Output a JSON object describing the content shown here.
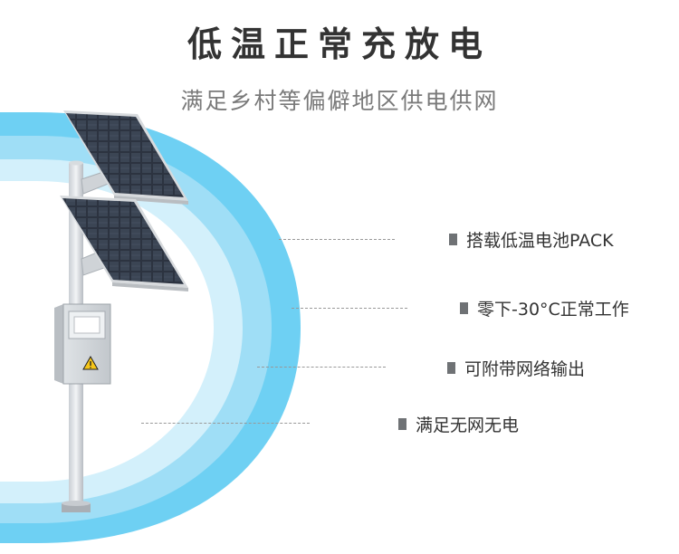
{
  "title": "低温正常充放电",
  "subtitle": "满足乡村等偏僻地区供电供网",
  "features": [
    {
      "label": "搭载低温电池PACK"
    },
    {
      "label": "零下-30°C正常工作"
    },
    {
      "label": "可附带网络输出"
    },
    {
      "label": "满足无网无电"
    }
  ],
  "colors": {
    "band_dark": "#6ed0f3",
    "band_mid": "#9fdef6",
    "band_light": "#d3f0fb",
    "title_text": "#333333",
    "subtitle_text": "#7a7a7a",
    "bullet": "#6f7275"
  },
  "icons": [
    "warning-icon"
  ]
}
